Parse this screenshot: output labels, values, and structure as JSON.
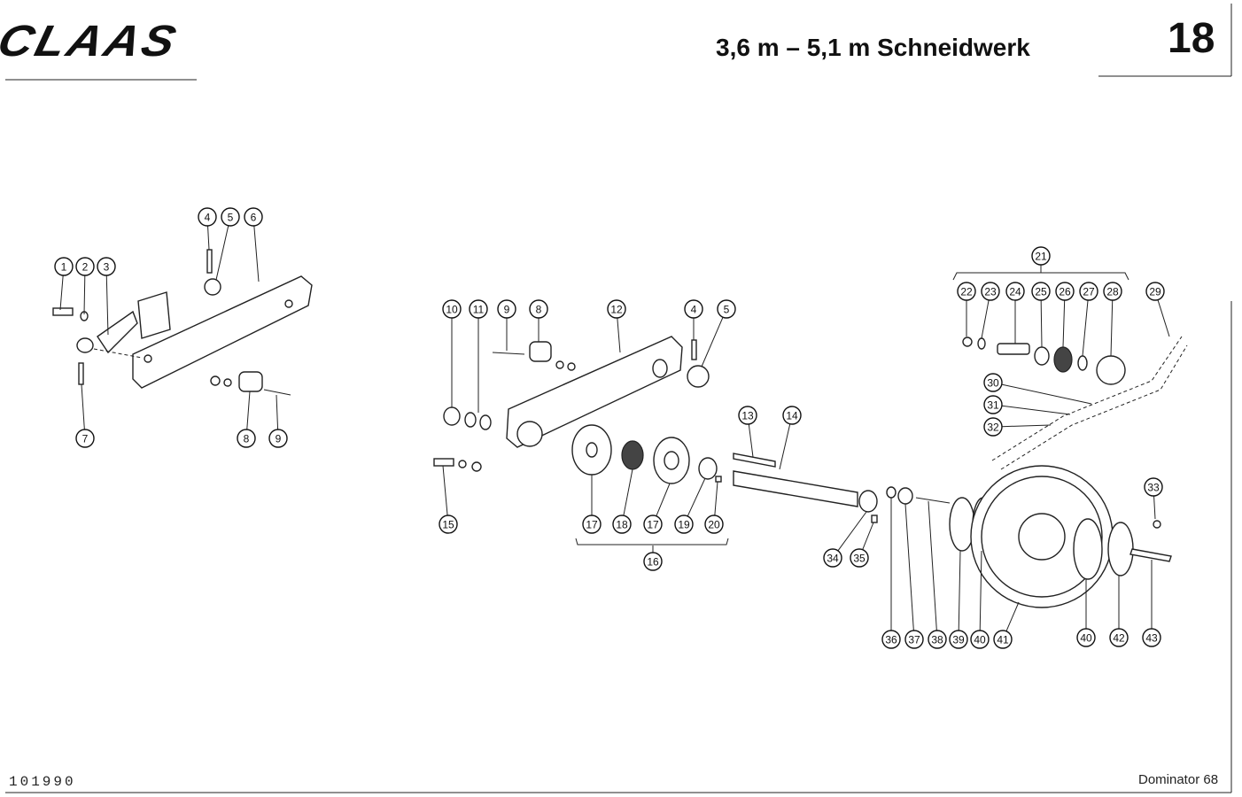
{
  "header": {
    "logo_text": "CLAAS",
    "title": "3,6 m – 5,1 m Schneidwerk",
    "page_number": "18"
  },
  "footer": {
    "document_number": "101990",
    "model": "Dominator 68"
  },
  "callouts": [
    "1",
    "2",
    "3",
    "4",
    "5",
    "6",
    "7",
    "8",
    "9",
    "10",
    "11",
    "12",
    "13",
    "14",
    "15",
    "16",
    "17",
    "18",
    "19",
    "20",
    "21",
    "22",
    "23",
    "24",
    "25",
    "26",
    "27",
    "28",
    "29",
    "30",
    "31",
    "32",
    "33",
    "34",
    "35",
    "36",
    "37",
    "38",
    "39",
    "40",
    "41",
    "42",
    "43"
  ]
}
